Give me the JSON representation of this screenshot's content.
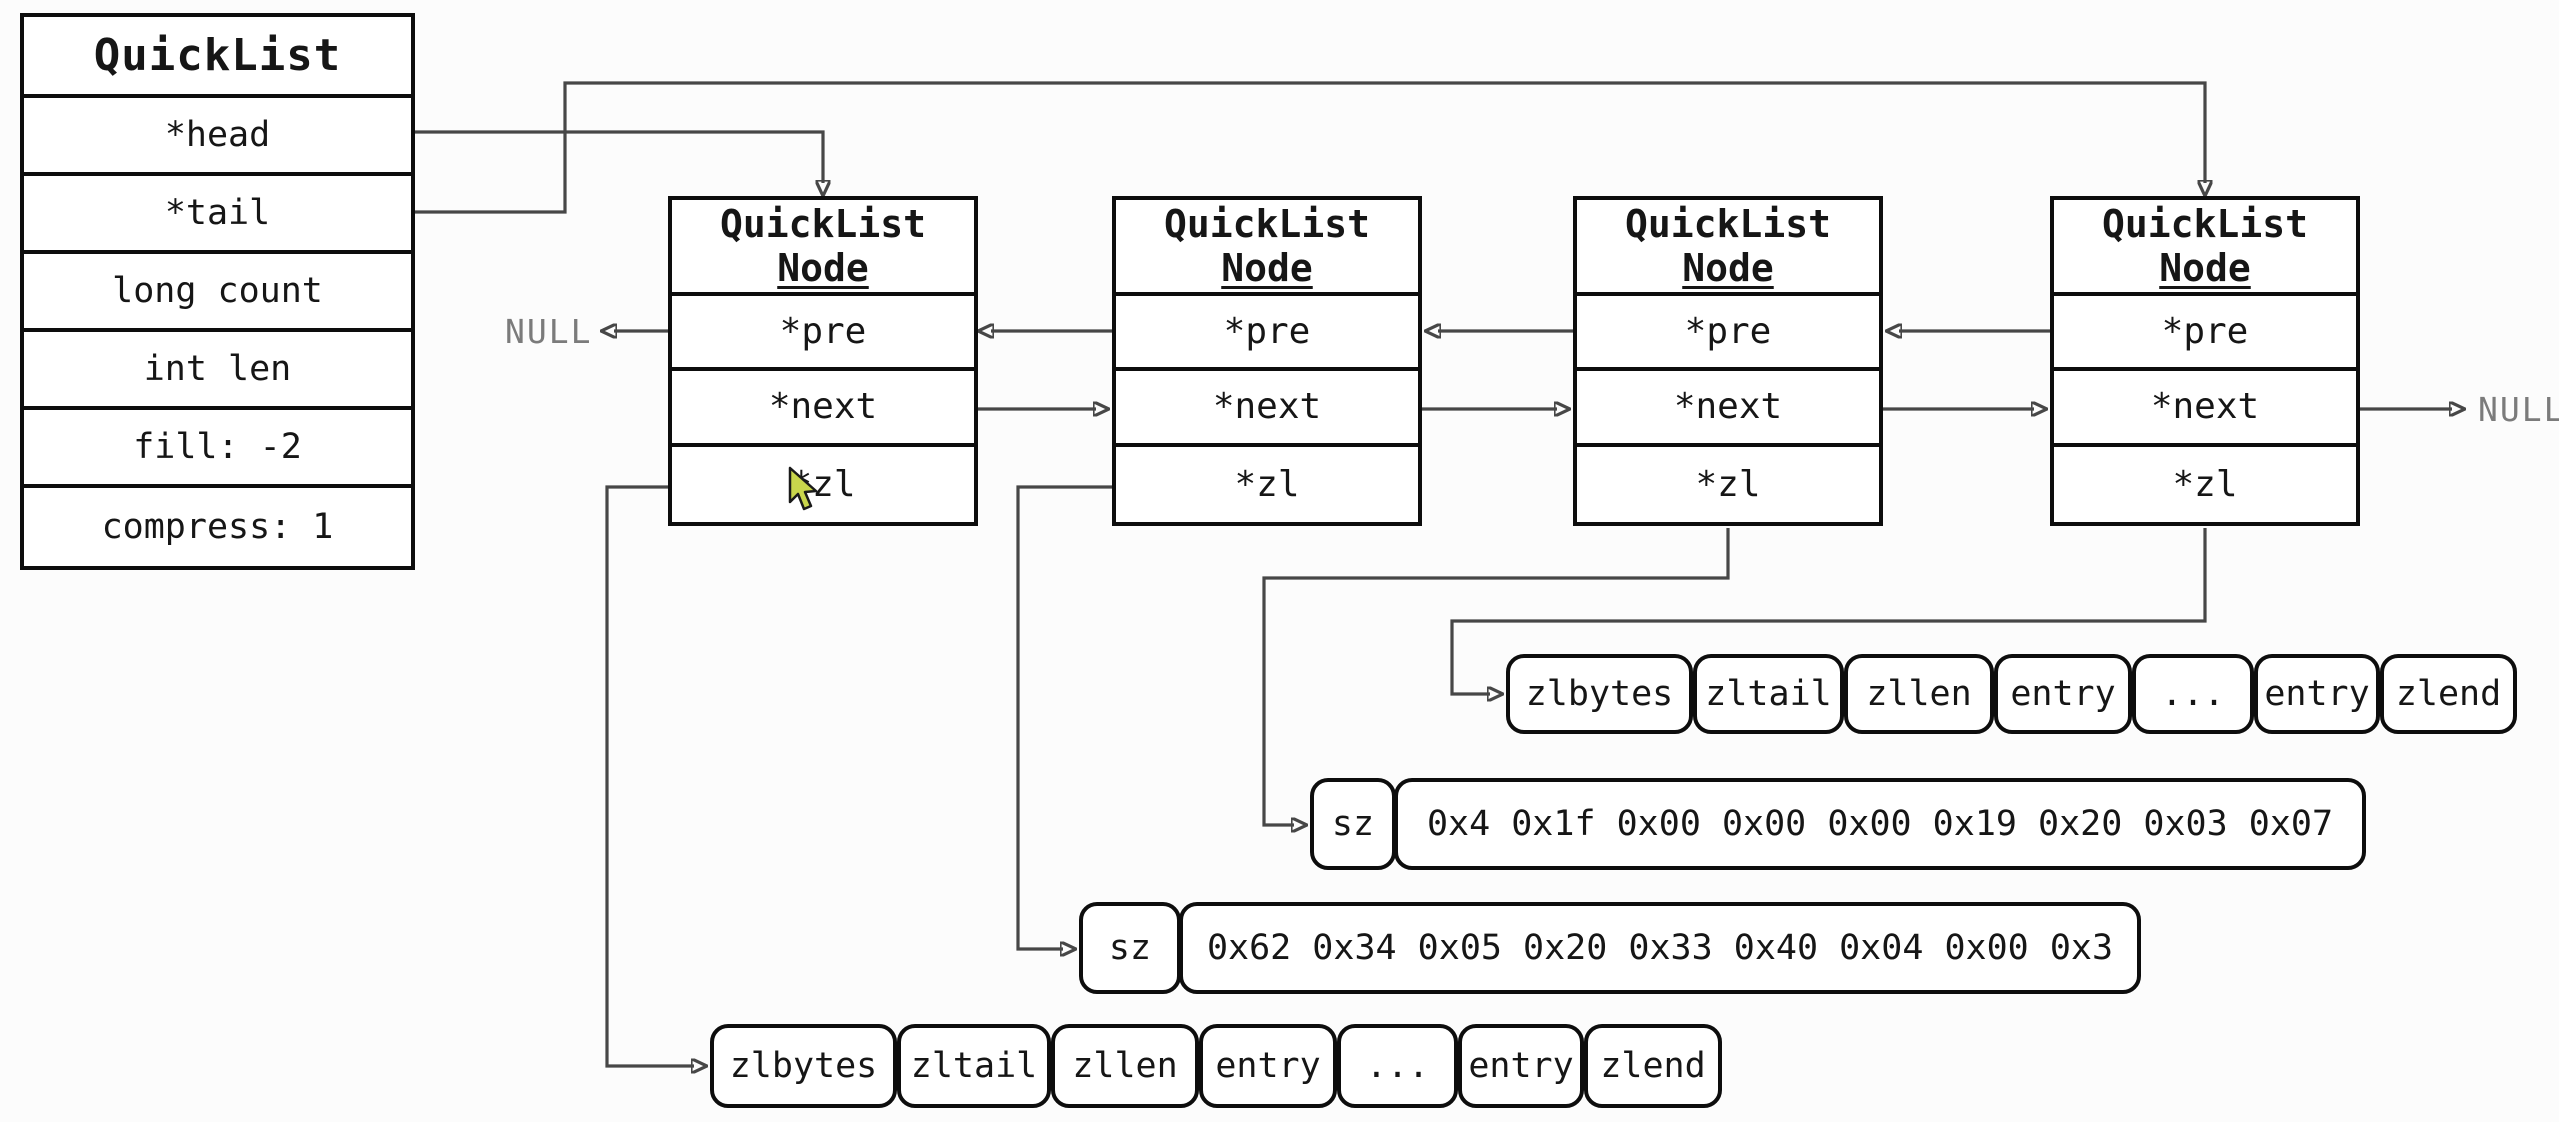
{
  "quicklist": {
    "title": "QuickList",
    "fields": [
      "*head",
      "*tail",
      "long count",
      "int len",
      "fill: -2",
      "compress: 1"
    ]
  },
  "nodes": [
    {
      "title_lines": [
        "QuickList",
        "Node"
      ],
      "rows": [
        "*pre",
        "*next",
        "*zl"
      ]
    },
    {
      "title_lines": [
        "QuickList",
        "Node"
      ],
      "rows": [
        "*pre",
        "*next",
        "*zl"
      ]
    },
    {
      "title_lines": [
        "QuickList",
        "Node"
      ],
      "rows": [
        "*pre",
        "*next",
        "*zl"
      ]
    },
    {
      "title_lines": [
        "QuickList",
        "Node"
      ],
      "rows": [
        "*pre",
        "*next",
        "*zl"
      ]
    }
  ],
  "null_labels": {
    "left": "NULL",
    "right": "NULL"
  },
  "ziplists": {
    "top": {
      "cells": [
        "zlbytes",
        "zltail",
        "zllen",
        "entry",
        "...",
        "entry",
        "zlend"
      ]
    },
    "bottom": {
      "cells": [
        "zlbytes",
        "zltail",
        "zllen",
        "entry",
        "...",
        "entry",
        "zlend"
      ]
    }
  },
  "sz_rows": [
    {
      "label": "sz",
      "bytes": "0x4 0x1f 0x00 0x00 0x00 0x19 0x20 0x03 0x07"
    },
    {
      "label": "sz",
      "bytes": "0x62 0x34 0x05 0x20 0x33 0x40 0x04 0x00 0x3"
    }
  ],
  "colors": {
    "line": "#474747",
    "border": "#0d0d0d",
    "null_text": "#7b7b7b",
    "cursor_fill": "#c9d64c"
  }
}
